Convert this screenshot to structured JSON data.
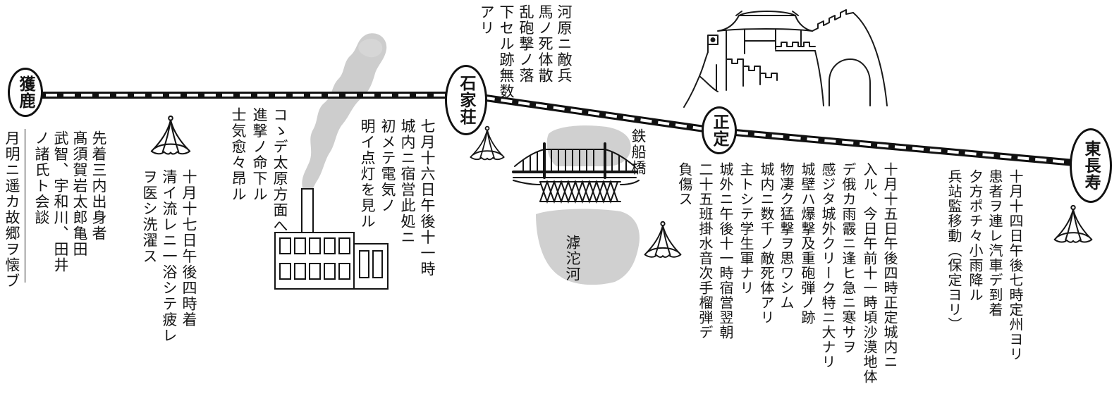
{
  "stations": {
    "huolu": "獲鹿",
    "shijiazhuang": "石家荘",
    "zhengding": "正定",
    "dongchangshou": "東長寿"
  },
  "labels": {
    "bridge": "鉄船橋",
    "river": "滹沱河"
  },
  "notes": {
    "huolu_meeting": [
      "先着三内出身者",
      "髙須賀岩太郎亀田",
      "武智、宇和川、田井",
      "ノ諸氏ト会談"
    ],
    "huolu_moon": [
      "月明ニ遥カ故郷ヲ懐ブ"
    ],
    "huolu_camp": [
      "十月十七日午後四時着",
      "清イ流レニ一浴シテ疲レ",
      "ヲ医シ洗濯ス"
    ],
    "advance_order": [
      "コゝデ太原方面へ",
      "進撃ノ命下ル",
      "士気愈々昂ル"
    ],
    "shijiazhuang_camp": [
      "七月十六日午後十一時",
      "城内ニ宿営此処ニ",
      "初メテ電気ノ",
      "明イ点灯を見ル"
    ],
    "riverbank": [
      "河原ニ敵兵",
      "馬ノ死体散",
      "乱砲撃ノ落",
      "下セル跡無数",
      "アリ"
    ],
    "zhengding_entry": [
      "十月十五日午後四時正定城内ニ",
      "入ル、今日午前十一時頃沙漠地体",
      "デ俄カ雨霰ニ逢ヒ急ニ寒サヲ",
      "感ジタ城外クリーク特ニ大ナリ",
      "城壁ハ爆撃及重砲弾ノ跡",
      "物凄ク猛撃ヲ思ワシム",
      "城内ニ数千ノ敵死体アリ",
      "主トシテ学生軍ナリ",
      "城外ニ午後十一時宿営翌朝",
      "二十五班掛水音次手榴弾デ",
      "負傷ス"
    ],
    "dongchangshou_arrival": [
      "十月十四日午後七時定州ヨリ",
      "患者ヲ連レ汽車デ到着",
      "夕方ポチ々小雨降ル",
      "兵站監移動（保定ヨリ）"
    ]
  },
  "icons": {
    "camp": "tent-icon",
    "railway": "railway-line",
    "factory": "factory-icon",
    "bridge": "bridge-icon",
    "fortress": "fortress-icon"
  },
  "colors": {
    "ink": "#141414",
    "paper": "#ffffff",
    "smoke": "#cdcdcd",
    "river": "#d0d0d0"
  }
}
